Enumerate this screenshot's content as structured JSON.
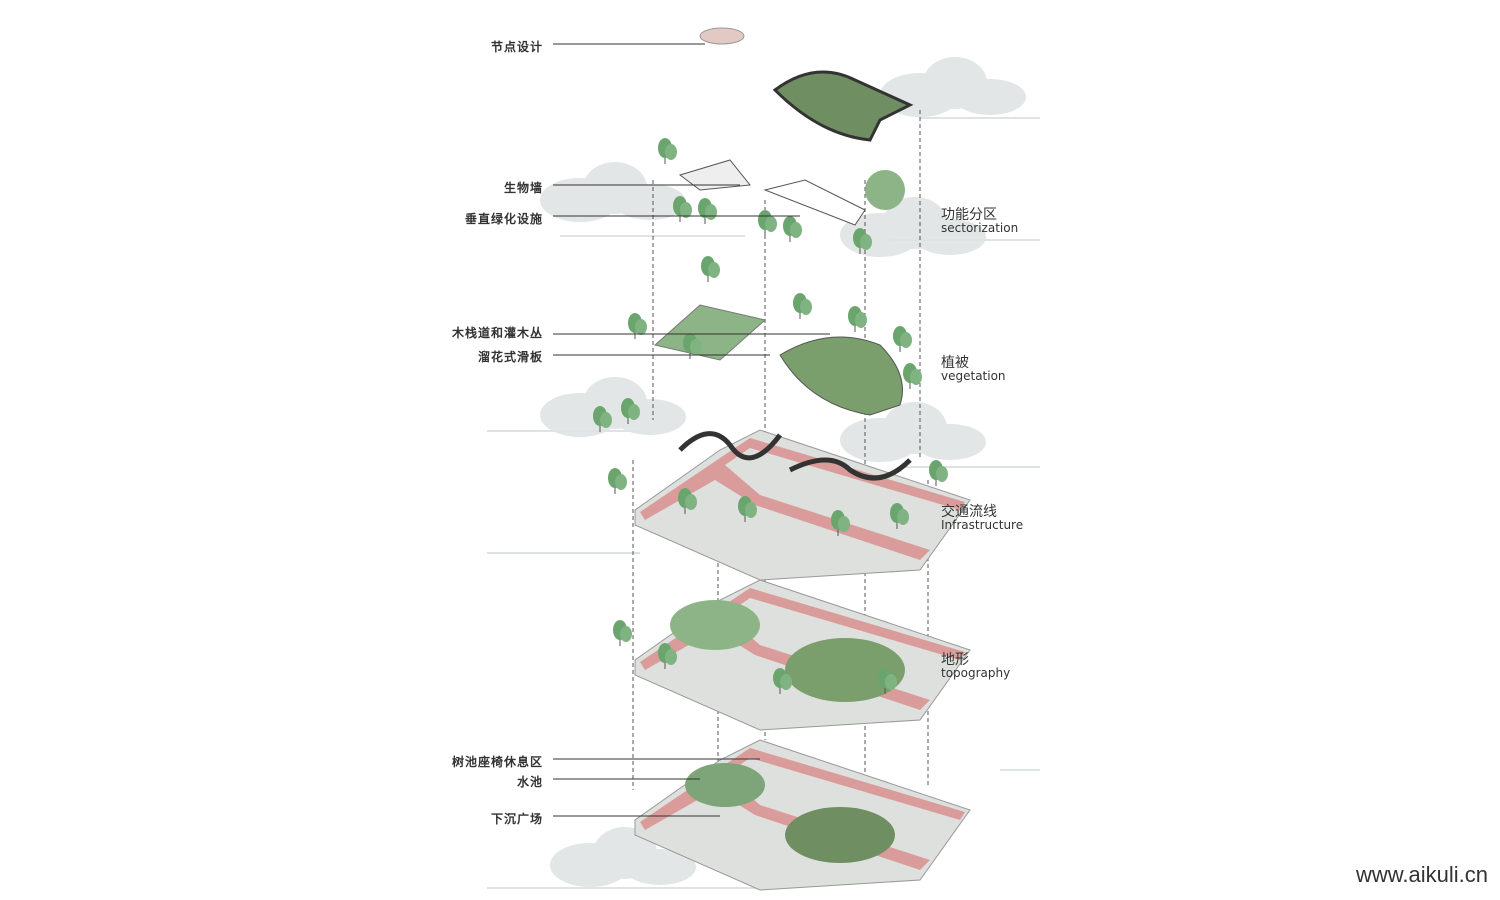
{
  "callouts": [
    {
      "text": "节点设计"
    },
    {
      "text": "生物墙"
    },
    {
      "text": "垂直绿化设施"
    },
    {
      "text": "木栈道和灌木丛"
    },
    {
      "text": "溜花式滑板"
    },
    {
      "text": "树池座椅休息区"
    },
    {
      "text": "水池"
    },
    {
      "text": "下沉广场"
    }
  ],
  "layers": [
    {
      "zh": "功能分区",
      "en": "sectorization"
    },
    {
      "zh": "植被",
      "en": "vegetation"
    },
    {
      "zh": "交通流线",
      "en": "Infrastructure"
    },
    {
      "zh": "地形",
      "en": "topography"
    }
  ],
  "watermark": "www.aikuli.cn",
  "colors": {
    "green": "#6aa56e",
    "path": "#d98b8b",
    "slab": "#dde0dd",
    "cloud": "#e3e6e6",
    "dark": "#3a3a3a"
  }
}
